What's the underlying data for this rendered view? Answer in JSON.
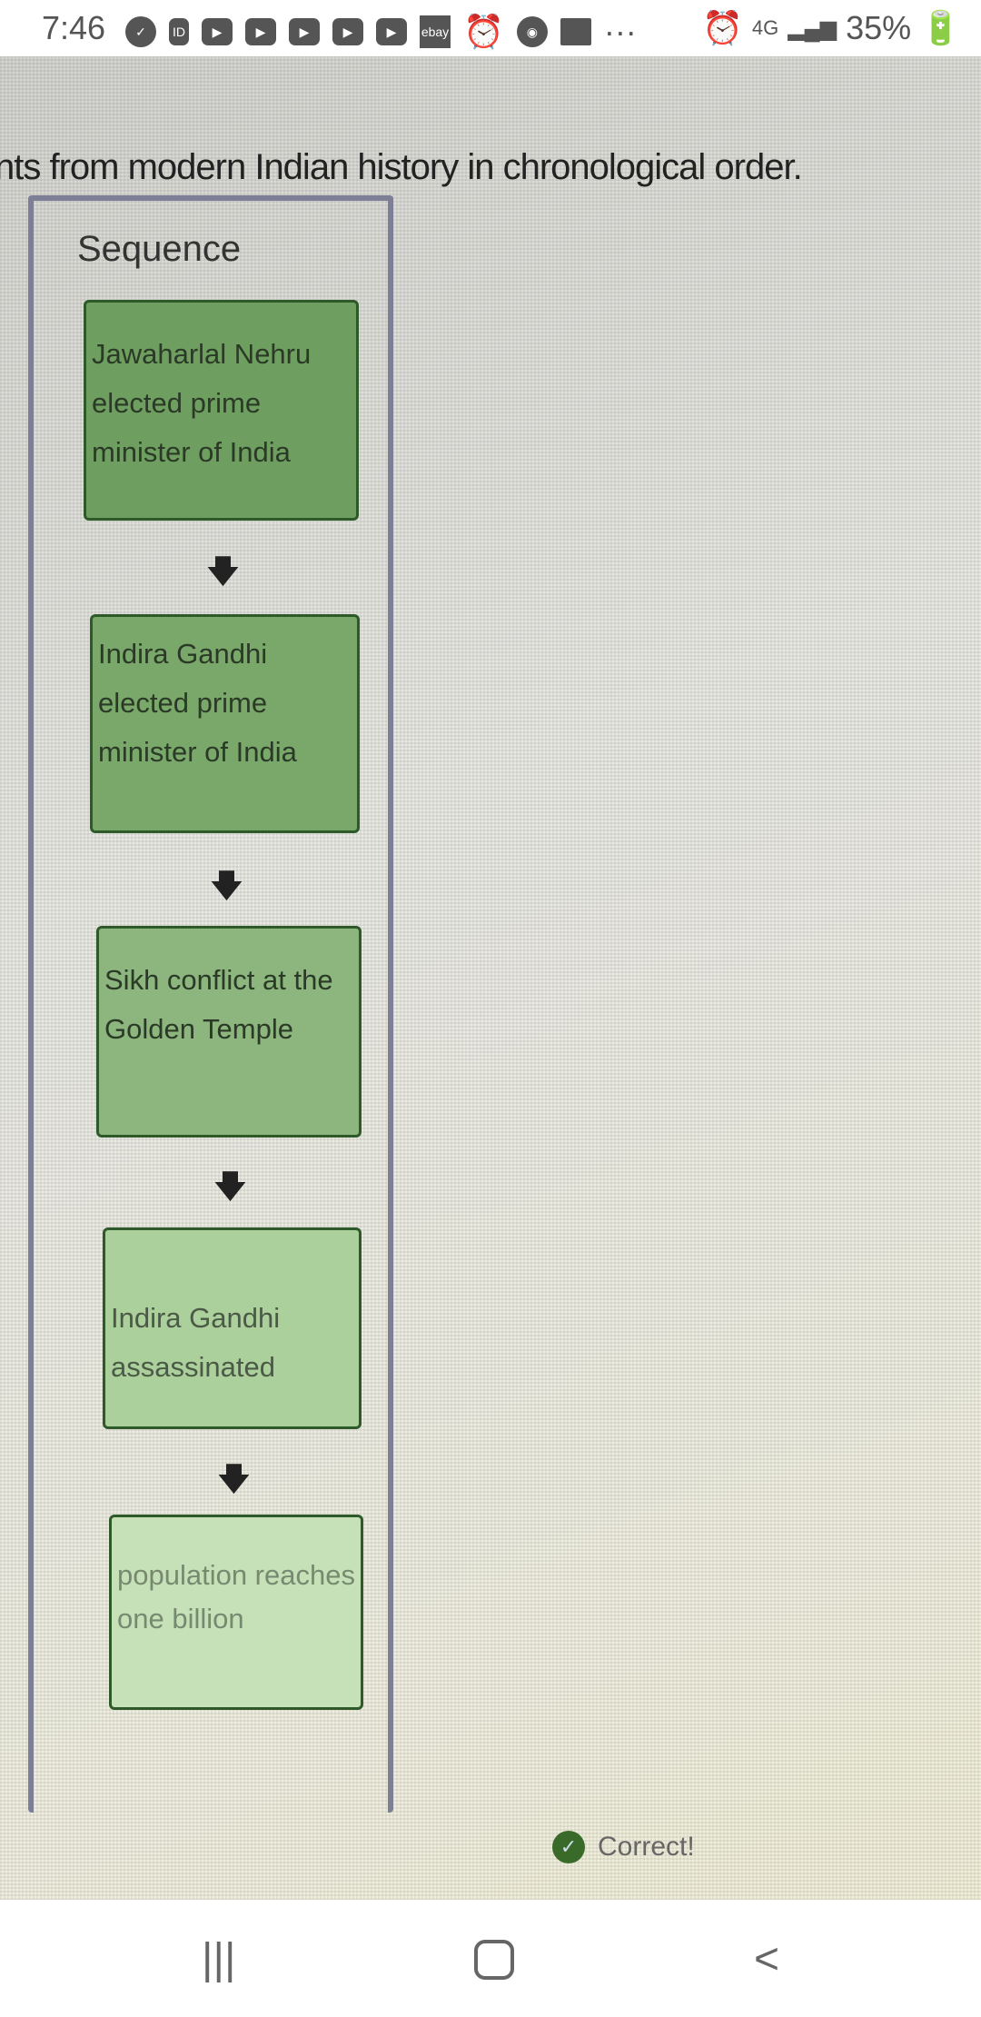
{
  "status_bar": {
    "time": "7:46",
    "battery": "35%",
    "network": "4G",
    "ebay_label": "ebay",
    "id_label": "ID"
  },
  "question": {
    "text": "nts from modern Indian history in chronological order."
  },
  "sequence": {
    "heading": "Sequence",
    "items": [
      {
        "label": "Jawaharlal Nehru elected prime minister of India",
        "color": "#6f9f60"
      },
      {
        "label": "Indira Gandhi elected prime minister of India",
        "color": "#7aa86b"
      },
      {
        "label": "Sikh conflict at the Golden Temple",
        "color": "#8cb67e"
      },
      {
        "label": "Indira Gandhi assassinated",
        "color": "#acd09c"
      },
      {
        "label": "population reaches one billion",
        "color": "#c6e0b8"
      }
    ]
  },
  "feedback": {
    "label": "Correct!"
  }
}
